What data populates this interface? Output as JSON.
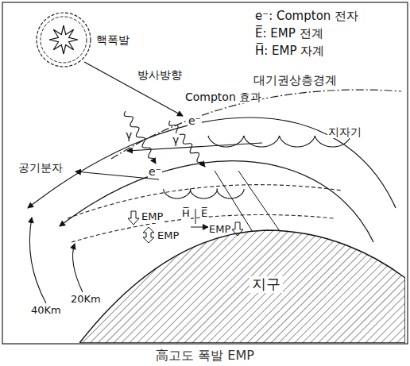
{
  "diagram": {
    "caption": "高고도 폭발 EMP",
    "nodes": [
      {
        "text": [
          "지구"
        ]
      }
    ],
    "labels": [
      "e⁻: Compton 전자",
      "E̅: EMP 전계",
      "H̅: EMP 자계",
      "핵폭발",
      "방사방향",
      "γ",
      "γ",
      "Compton 효과",
      "대기권상층경계",
      "공기분자",
      "e⁻",
      "e⁻",
      "지자기",
      "EMP",
      "EMP",
      "EMP",
      "H̅",
      "E̅",
      "40Km",
      "20Km"
    ]
  }
}
